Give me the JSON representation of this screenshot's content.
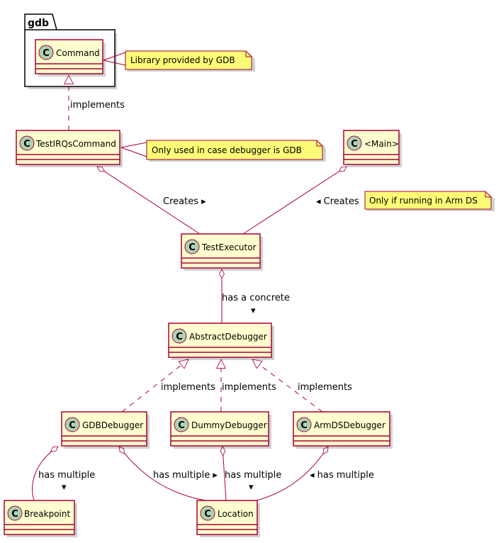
{
  "package": {
    "name": "gdb"
  },
  "classes": {
    "command": "Command",
    "test_irqs_command": "TestIRQsCommand",
    "main": "<Main>",
    "test_executor": "TestExecutor",
    "abstract_debugger": "AbstractDebugger",
    "gdb_debugger": "GDBDebugger",
    "dummy_debugger": "DummyDebugger",
    "armds_debugger": "ArmDSDebugger",
    "breakpoint": "Breakpoint",
    "location": "Location"
  },
  "notes": {
    "library_gdb": "Library provided by GDB",
    "only_gdb": "Only used in case debugger is GDB",
    "only_armds": "Only if running in Arm DS"
  },
  "labels": {
    "implements_command": "implements",
    "creates_left": "Creates ▸",
    "creates_right": "◂ Creates",
    "has_concrete_1": "has a concrete",
    "has_concrete_2": "▾",
    "implements_gdb": "implements",
    "implements_dummy": "implements",
    "implements_armds": "implements",
    "has_multiple_bp_1": "has multiple",
    "has_multiple_bp_2": "▾",
    "has_multiple_gdb_loc": "has multiple ▸",
    "has_multiple_dummy_1": "has multiple",
    "has_multiple_dummy_2": "▾",
    "has_multiple_armds": "◂ has multiple"
  },
  "colors": {
    "class_fill": "#fefece",
    "border": "#a80036",
    "class_icon": "#add1b2",
    "note_fill": "#fbfb77"
  }
}
